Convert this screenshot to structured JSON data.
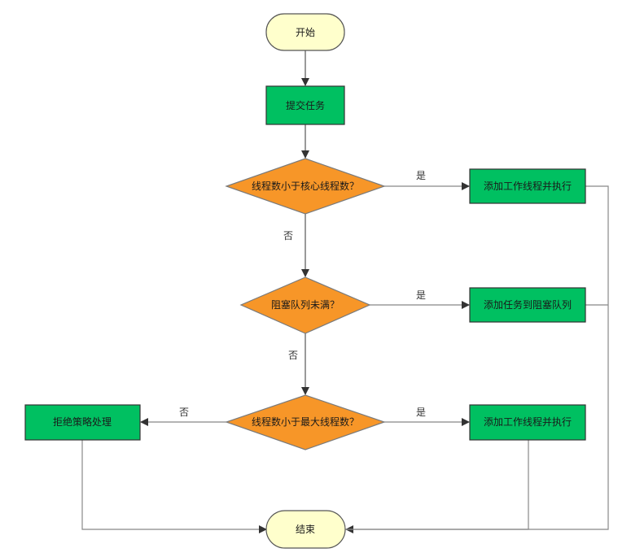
{
  "colors": {
    "terminal_fill": "#ffffcc",
    "terminal_stroke": "#555555",
    "process_fill": "#00c061",
    "process_stroke": "#333333",
    "decision_fill": "#f79628",
    "decision_stroke": "#7a7a7a",
    "arrow_dark": "#333333",
    "line_grey": "#888888"
  },
  "nodes": {
    "start": "开始",
    "submit_task": "提交任务",
    "decision_core": "线程数小于核心线程数？",
    "add_worker_1": "添加工作线程并执行",
    "decision_queue": "阻塞队列未满？",
    "add_to_queue": "添加任务到阻塞队列",
    "decision_max": "线程数小于最大线程数？",
    "add_worker_2": "添加工作线程并执行",
    "reject": "拒绝策略处理",
    "end": "结束"
  },
  "labels": {
    "yes_core": "是",
    "no_core": "否",
    "yes_queue": "是",
    "no_queue": "否",
    "yes_max": "是",
    "no_max": "否"
  }
}
